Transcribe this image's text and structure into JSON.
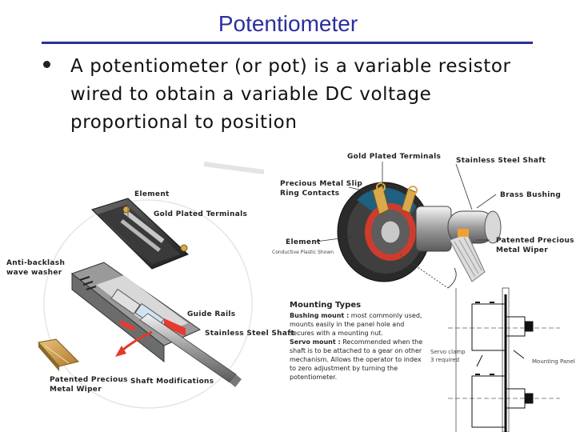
{
  "title": "Potentiometer",
  "bullet": "A potentiometer (or pot) is a variable resistor wired to obtain a variable DC voltage proportional to position",
  "figure": {
    "left_labels": {
      "element": "Element",
      "gold_terminals": "Gold Plated Terminals",
      "anti_backlash_1": "Anti-backlash",
      "anti_backlash_2": "wave washer",
      "guide_rails": "Guide Rails",
      "stainless_shaft": "Stainless Steel Shaft",
      "wiper_1": "Patented Precious",
      "wiper_2": "Metal Wiper",
      "shaft_mods": "Shaft Modifications"
    },
    "right_labels": {
      "gold_terminals": "Gold Plated Terminals",
      "stainless_shaft": "Stainless Steel Shaft",
      "slip_ring_1": "Precious Metal Slip",
      "slip_ring_2": "Ring Contacts",
      "brass_bushing": "Brass Bushing",
      "element": "Element",
      "element_sub": "Conductive Plastic Shown",
      "wiper_1": "Patented Precious",
      "wiper_2": "Metal Wiper"
    },
    "mounting": {
      "heading": "Mounting Types",
      "bushing_label": "Bushing mount :",
      "bushing_text": "most commonly used, mounts easily in the panel hole and secures with a mounting nut.",
      "servo_label": "Servo mount :",
      "servo_text": "Recommended when the shaft is to be attached to a gear on other mechanism. Allows the operator to index to zero adjustment by turning the potentiometer."
    },
    "drawing": {
      "servo_clamp_1": "Servo clamp",
      "servo_clamp_2": "3 required",
      "mounting_panel": "Mounting Panel"
    }
  }
}
